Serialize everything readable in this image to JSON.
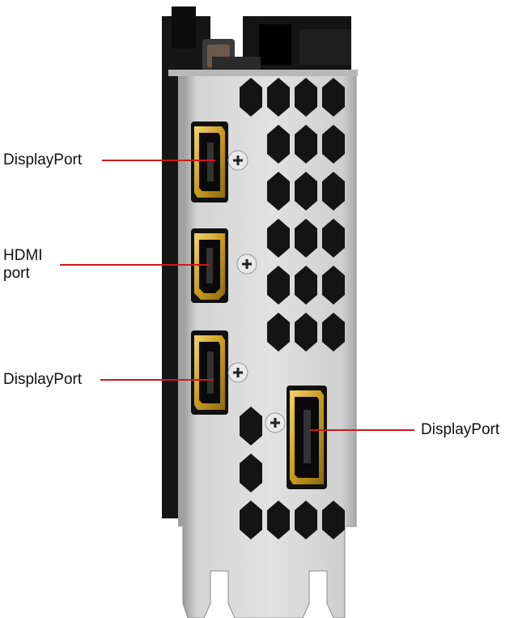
{
  "diagram": {
    "background_color": "#ffffff",
    "pointer_color": "#cc1a1a",
    "label_color": "#111111",
    "bracket_color": "#c8c8c8",
    "port_gold_color": "#d9b23a",
    "card_body_color": "#1a1a1a"
  },
  "callouts": [
    {
      "id": "dp1",
      "lines": [
        "DisplayPort"
      ],
      "port": "displayport-1"
    },
    {
      "id": "hdmi",
      "lines": [
        "HDMI",
        "port"
      ],
      "port": "hdmi-port"
    },
    {
      "id": "dp2",
      "lines": [
        "DisplayPort"
      ],
      "port": "displayport-2"
    },
    {
      "id": "dp3",
      "lines": [
        "DisplayPort"
      ],
      "port": "displayport-3"
    }
  ]
}
